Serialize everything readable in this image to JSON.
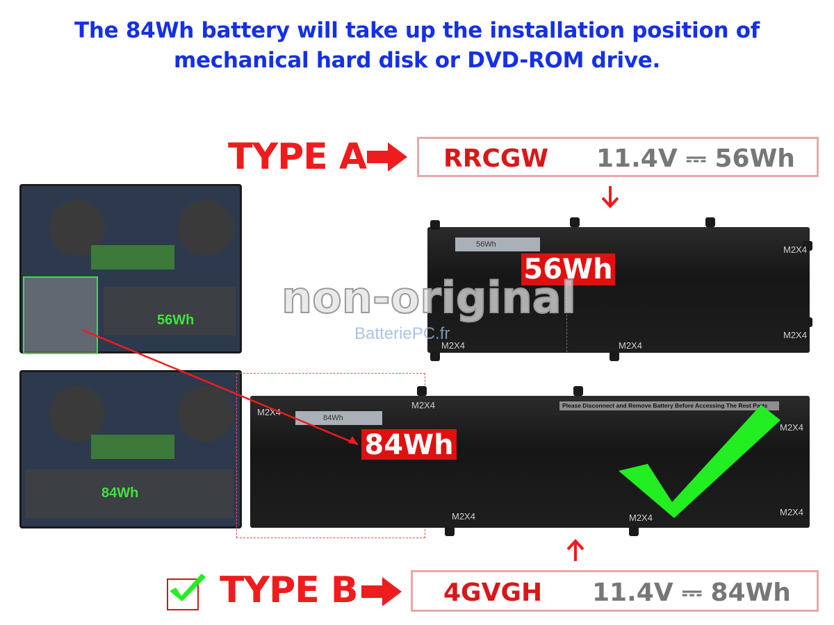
{
  "heading": {
    "line1": "The 84Wh battery will take up the installation position of",
    "line2": "mechanical hard disk or DVD-ROM drive."
  },
  "type_a": {
    "label": "TYPE A",
    "code": "RRCGW",
    "spec": "11.4V ⎓ 56Wh",
    "battery_callout": "56Wh",
    "battery_sticker": "56Wh",
    "laptop_label": "56Wh",
    "screw_label": "M2X4"
  },
  "type_b": {
    "label": "TYPE B",
    "code": "4GVGH",
    "spec": "11.4V ⎓ 84Wh",
    "battery_callout": "84Wh",
    "battery_sticker": "84Wh",
    "laptop_label": "84Wh",
    "warning_text": "Please Disconnect and Remove Battery Before Accessing The Rest Parts",
    "screw_label": "M2X4"
  },
  "watermark": {
    "main": "non-original",
    "site": "BatteriePC.fr"
  },
  "colors": {
    "title": "#1530e6",
    "accent_red": "#ee1c1c",
    "check_green": "#22ee22"
  }
}
